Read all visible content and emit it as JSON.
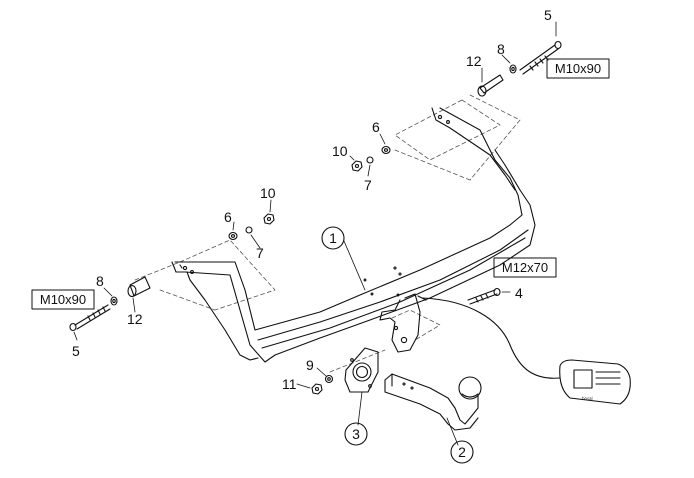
{
  "parts": {
    "p1": "1",
    "p2": "2",
    "p3": "3",
    "p4": "4",
    "p5_top": "5",
    "p5_left": "5",
    "p6_mid": "6",
    "p6_left": "6",
    "p7_mid": "7",
    "p7_left": "7",
    "p8_top": "8",
    "p8_left": "8",
    "p9": "9",
    "p10_mid": "10",
    "p10_left": "10",
    "p11": "11",
    "p12_top": "12",
    "p12_left": "12"
  },
  "bolts": {
    "top": "M10x90",
    "left": "M10x90",
    "right": "M12x70"
  },
  "plate": {
    "brand": "bosal"
  },
  "colors": {
    "line": "#111111",
    "dash": "#555555",
    "background": "#ffffff"
  }
}
